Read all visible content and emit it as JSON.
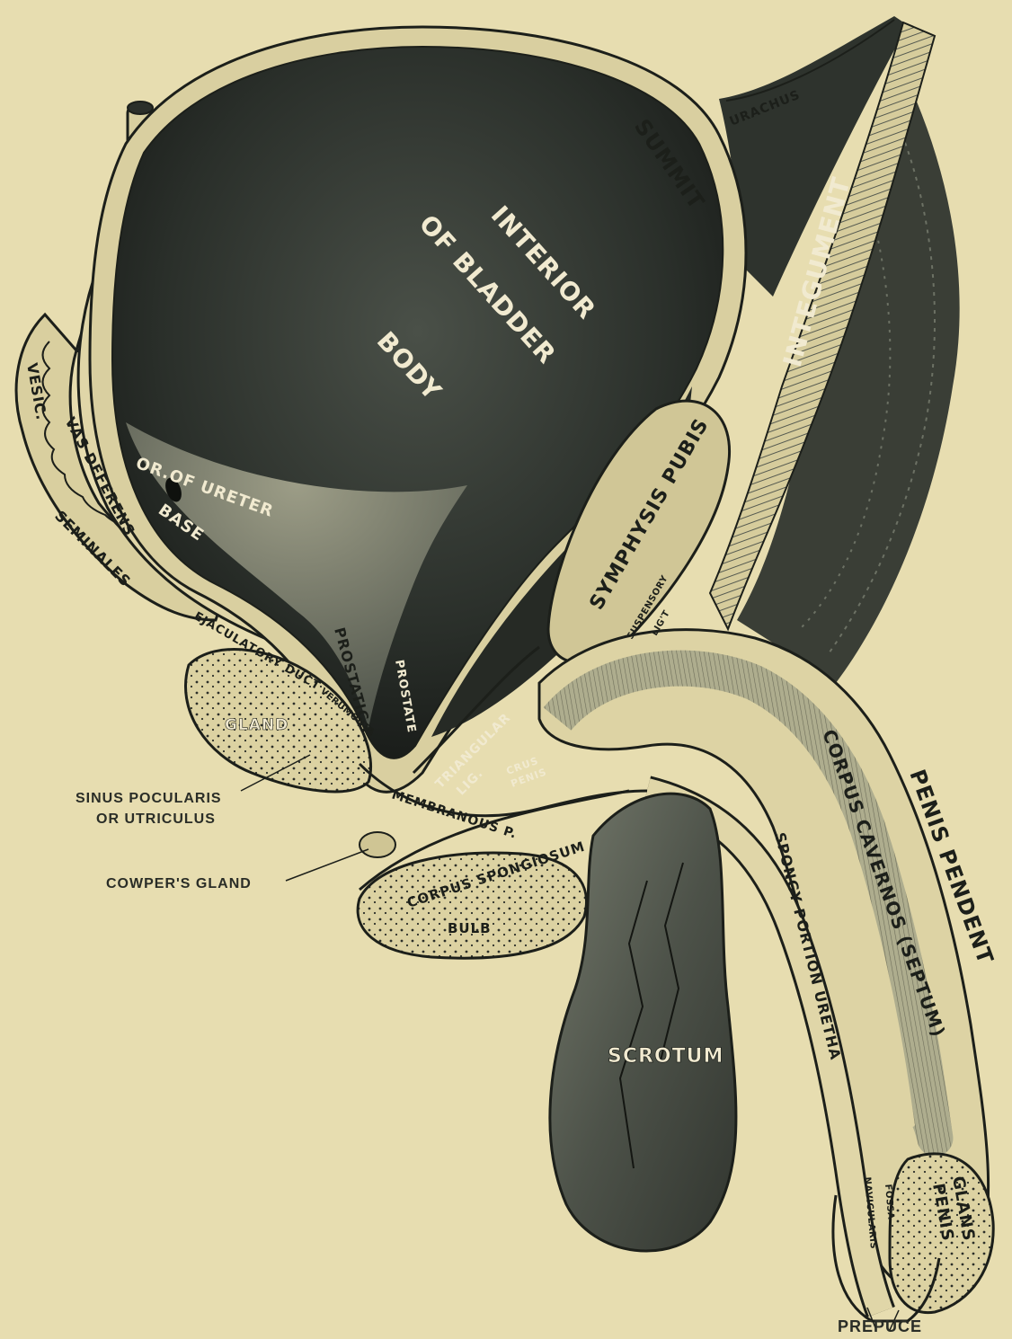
{
  "colors": {
    "paper": "#e7ddb0",
    "ink": "#1c1f1a",
    "dark_fill": "#2b302b",
    "mid_fill": "#5f665d",
    "light_fill": "#c9c6a0"
  },
  "labels": {
    "summit": "SUMMIT",
    "urachus": "URACHUS",
    "interior": "INTERIOR",
    "of_bladder": "OF BLADDER",
    "body": "BODY",
    "integument": "INTEGUMENT",
    "or_of_ureter": "OR.OF URETER",
    "base": "BASE",
    "vesic": "VESIC.",
    "vas_deferens": "VAS DEFERENS",
    "seminales": "SEMINALES",
    "symphysis_pubis": "SYMPHYSIS PUBIS",
    "suspensory_lig_1": "SUSPENSORY",
    "suspensory_lig_2": "LIG'T",
    "ejaculatory_duct": "EJACULATORY DUCT",
    "prostatic_p": "PROSTATIC P.",
    "prostate": "PROSTATE",
    "verumontanum": "VERUMONTA",
    "gland": "GLAND",
    "triangular_lig_1": "TRIANGULAR",
    "triangular_lig_2": "LIG.",
    "crus_penis_1": "CRUS",
    "crus_penis_2": "PENIS",
    "corpus_cavernos": "CORPUS CAVERNOS (SEPTUM)",
    "penis_pendent": "PENIS PENDENT",
    "sinus_pocularis_1": "SINUS POCULARIS",
    "sinus_pocularis_2": "OR UTRICULUS",
    "membranous_p": "MEMBRANOUS P.",
    "cowpers_gland": "COWPER'S GLAND",
    "corpus_spongiosum": "CORPUS SPONGIOSUM",
    "bulb": "BULB",
    "spongy_portion": "SPONGY PORTION URETHA",
    "scrotum": "SCROTUM",
    "fossa_1": "FOSSA",
    "fossa_2": "NAVICULARIS",
    "glans_1": "GLANS",
    "glans_2": "PENIS",
    "prepuce": "PREPUCE"
  }
}
